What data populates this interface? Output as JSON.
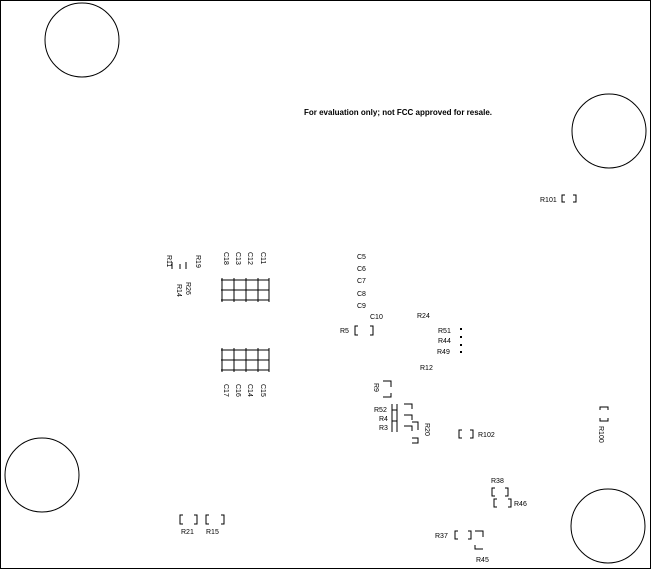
{
  "notice": "For evaluation only; not FCC approved for resale.",
  "holes": [
    "mounting-hole-top-left",
    "mounting-hole-right-upper",
    "mounting-hole-left-lower",
    "mounting-hole-right-lower"
  ],
  "labels": {
    "R101": "R101",
    "C5": "C5",
    "C6": "C6",
    "C7": "C7",
    "C8": "C8",
    "C9": "C9",
    "C10": "C10",
    "R5": "R5",
    "R24": "R24",
    "R51": "R51",
    "R44": "R44",
    "R49": "R49",
    "R12": "R12",
    "R11": "R11",
    "R19": "R19",
    "R26": "R26",
    "R14": "R14",
    "C18": "C18",
    "C13": "C13",
    "C12": "C12",
    "C11": "C11",
    "C17": "C17",
    "C16": "C16",
    "C14": "C14",
    "C15": "C15",
    "R9": "R9",
    "R52": "R52",
    "R4": "R4",
    "R3": "R3",
    "R20": "R20",
    "R102": "R102",
    "R100": "R100",
    "R38": "R38",
    "R46": "R46",
    "R21": "R21",
    "R15": "R15",
    "R37": "R37",
    "R45": "R45"
  }
}
